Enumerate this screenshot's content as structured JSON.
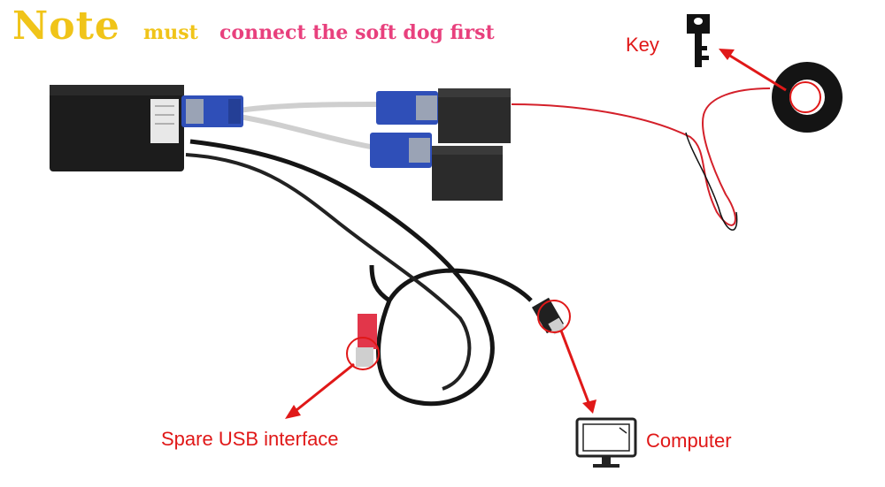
{
  "header": {
    "note": "Note",
    "must": "must",
    "rest": "connect the soft dog first"
  },
  "labels": {
    "key": "Key",
    "spare_usb": "Spare USB interface",
    "computer": "Computer"
  },
  "icons": {
    "key": "key-icon",
    "computer": "computer-monitor-icon"
  },
  "colors": {
    "note_yellow": "#f0c419",
    "pink_text": "#e8407d",
    "callout_red": "#e01818",
    "vga_blue": "#2f4fb8",
    "box_black": "#1c1c1c",
    "cable_white": "#d8d8d8",
    "usb_red": "#e2364a"
  }
}
